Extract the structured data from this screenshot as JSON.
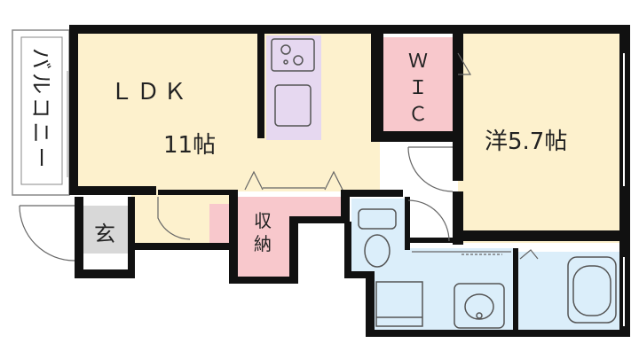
{
  "floorplan": {
    "rooms": {
      "balcony": {
        "label": "バルコニー",
        "color": "#ffffff"
      },
      "ldk": {
        "label": "ＬＤＫ",
        "area": "11帖",
        "color": "#fdf1cd"
      },
      "kitchen": {
        "label": "",
        "color": "#e6d8f0"
      },
      "wic": {
        "label": "ＷＩＣ",
        "color": "#f8c8cc"
      },
      "western": {
        "label": "洋5.7帖",
        "color": "#fdf1cd"
      },
      "entrance": {
        "label": "玄",
        "color": "#d8d8d8"
      },
      "storage": {
        "label": "収納",
        "color": "#f8c8cc"
      },
      "toilet": {
        "label": "",
        "color": "#dbeefa"
      },
      "washroom": {
        "label": "",
        "color": "#dbeefa"
      },
      "bath": {
        "label": "",
        "color": "#dbeefa"
      }
    },
    "colors": {
      "wall": "#111111",
      "fixture": "#555555"
    }
  }
}
